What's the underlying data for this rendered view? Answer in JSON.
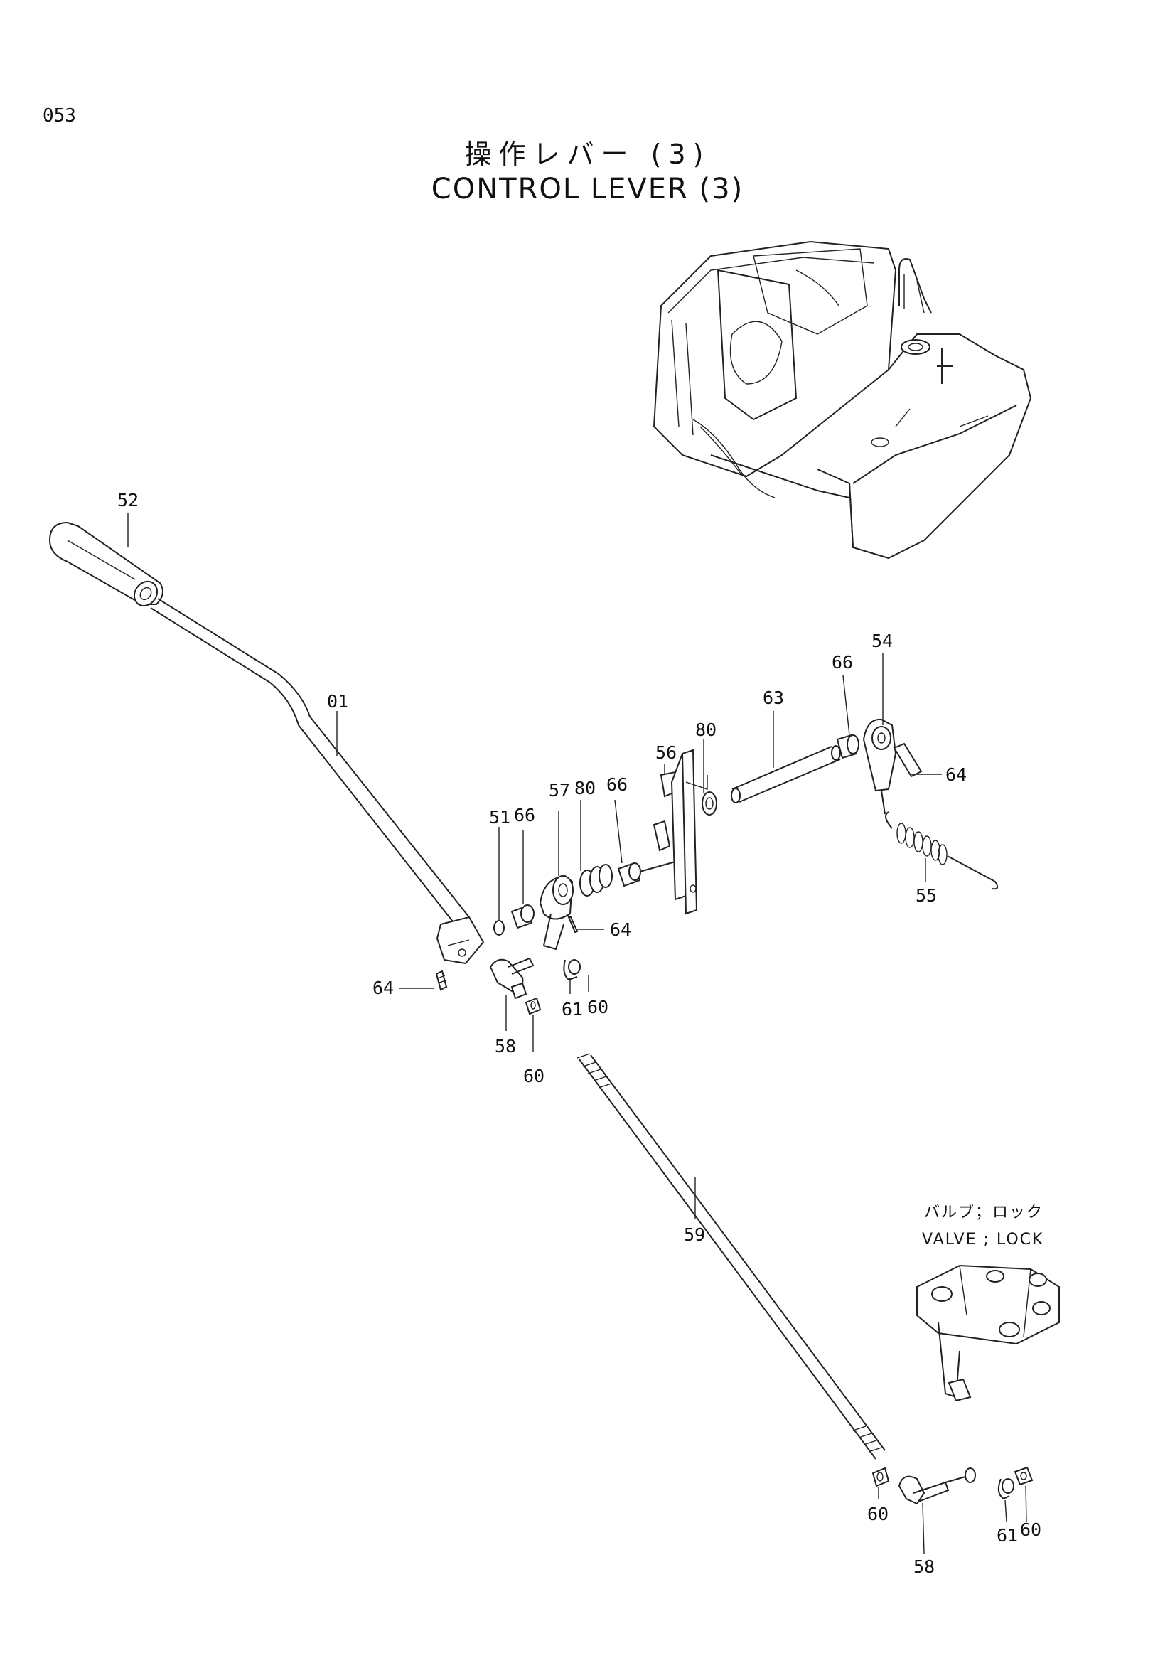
{
  "page_number": "053",
  "title_jp": "操作レバー (3)",
  "title_en": "CONTROL LEVER (3)",
  "callouts": {
    "c52": "52",
    "c01": "01",
    "c51": "51",
    "c66a": "66",
    "c57": "57",
    "c80a": "80",
    "c66b": "66",
    "c56": "56",
    "c80b": "80",
    "c63": "63",
    "c66c": "66",
    "c54": "54",
    "c64a": "64",
    "c55": "55",
    "c64b": "64",
    "c64c": "64",
    "c58a": "58",
    "c61a": "61",
    "c60a": "60",
    "c60b": "60",
    "c59": "59",
    "c60c": "60",
    "c58b": "58",
    "c61b": "61",
    "c60d": "60"
  },
  "valve_caption_jp": "バルブ；ロック",
  "valve_caption_en": "VALVE ; LOCK"
}
